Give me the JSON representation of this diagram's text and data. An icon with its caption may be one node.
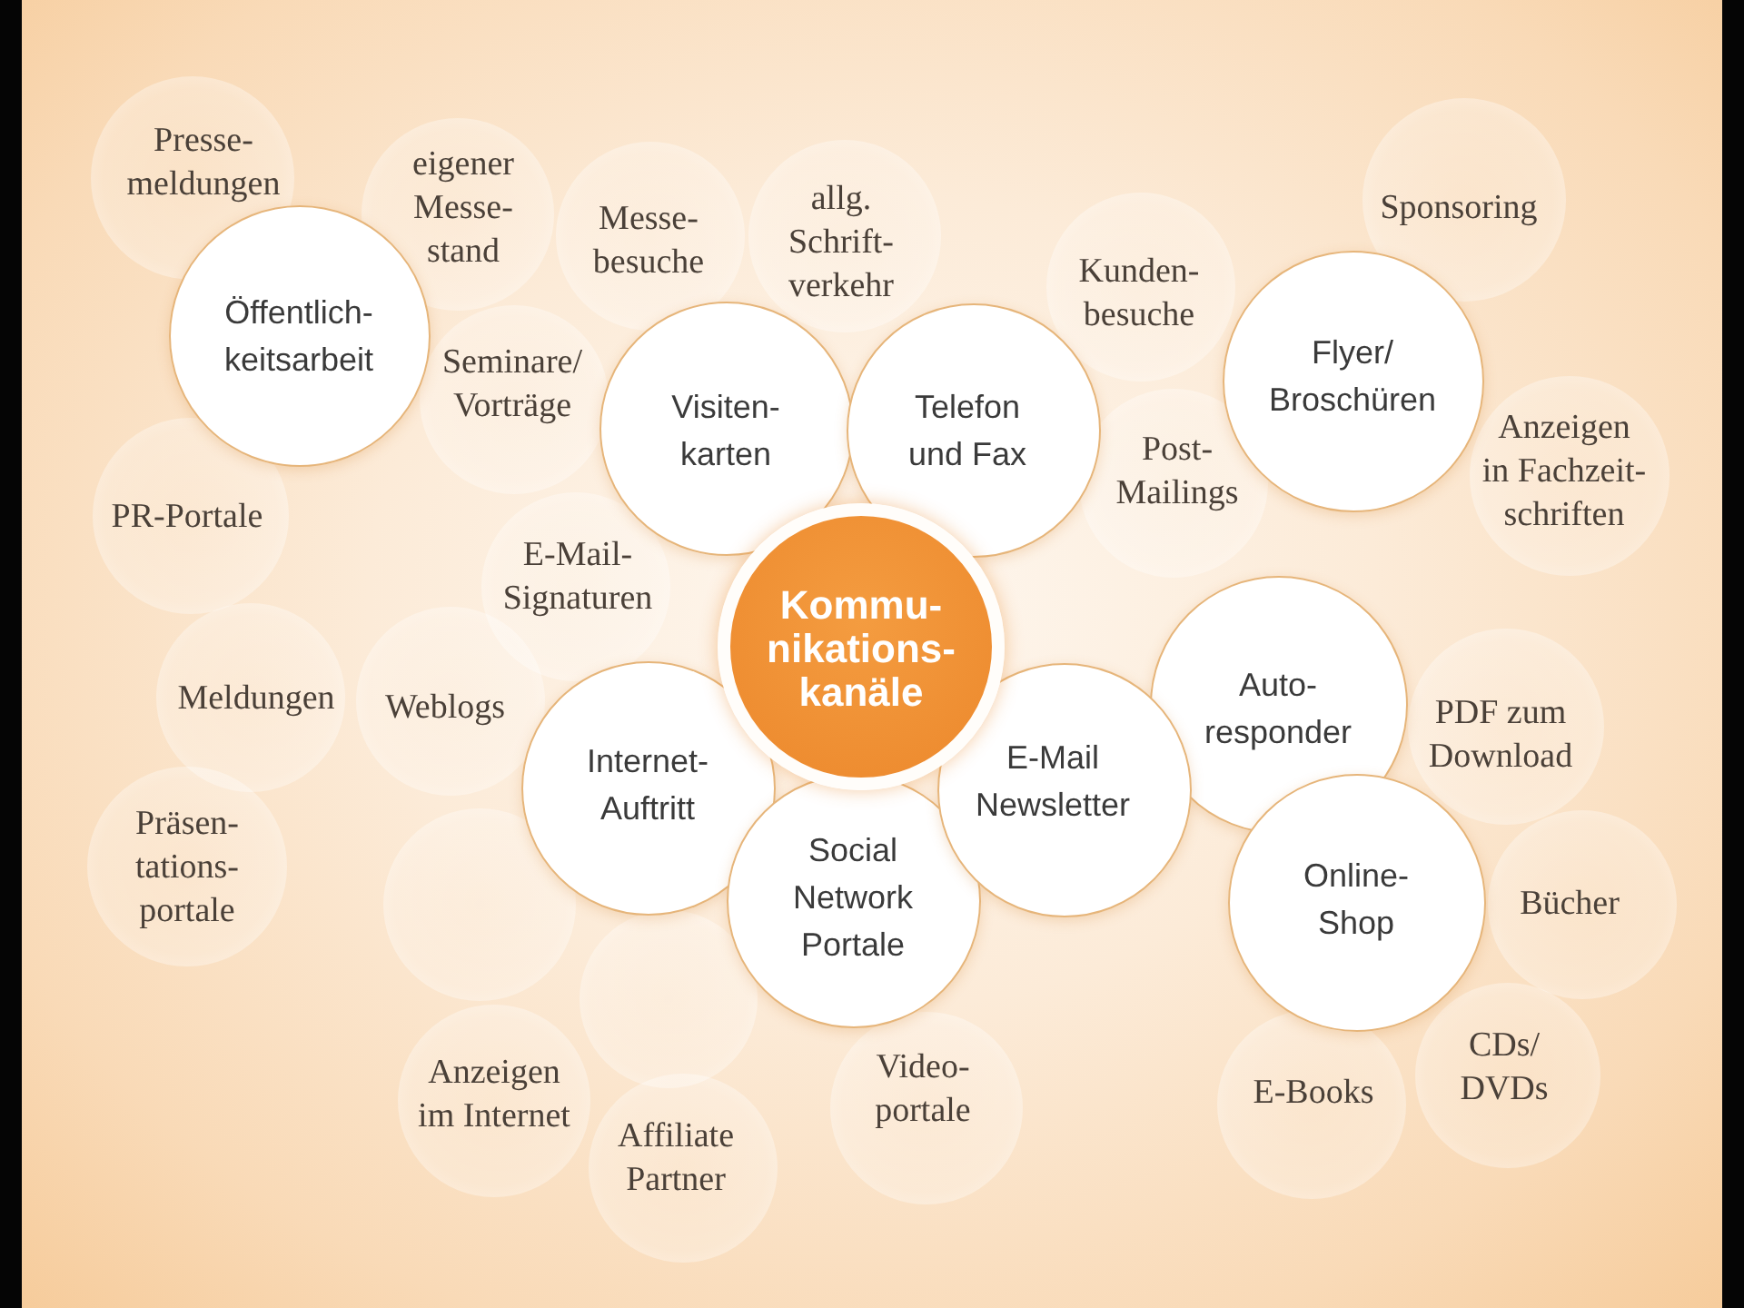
{
  "diagram": {
    "nodes": [
      {
        "text": [
          "Presse-meldungen"
        ]
      },
      {
        "text": [
          "eigener Messe-stand"
        ]
      },
      {
        "text": [
          "Messe-besuche"
        ]
      },
      {
        "text": [
          "allg. Schrift-verkehr"
        ]
      },
      {
        "text": [
          "Sponsoring"
        ]
      },
      {
        "text": [
          "Öffentlich-keitsarbeit"
        ]
      },
      {
        "text": [
          "Seminare/ Vorträge"
        ]
      },
      {
        "text": [
          "Visiten-karten"
        ]
      },
      {
        "text": [
          "Telefon und Fax"
        ]
      },
      {
        "text": [
          "Kunden-besuche"
        ]
      },
      {
        "text": [
          "Flyer/ Broschüren"
        ]
      },
      {
        "text": [
          "PR-Portale"
        ]
      },
      {
        "text": [
          "E-Mail-Signaturen"
        ]
      },
      {
        "text": [
          "Post-Mailings"
        ]
      },
      {
        "text": [
          "Anzeigen in Fachzeit-schriften"
        ]
      },
      {
        "text": [
          "Meldungen"
        ]
      },
      {
        "text": [
          "Weblogs"
        ]
      },
      {
        "text": [
          "Internet-Auftritt"
        ]
      },
      {
        "text": [
          "Kommu-nikations-kanäle"
        ]
      },
      {
        "text": [
          "E-Mail Newsletter"
        ]
      },
      {
        "text": [
          "Auto-responder"
        ]
      },
      {
        "text": [
          "PDF zum Download"
        ]
      },
      {
        "text": [
          "Präsen-tations-portale"
        ]
      },
      {
        "text": [],
        "shape": "circle"
      },
      {
        "text": [],
        "shape": "circle"
      },
      {
        "text": [
          "Social Network Portale"
        ]
      },
      {
        "text": [
          "Online-Shop"
        ]
      },
      {
        "text": [
          "Bücher"
        ]
      },
      {
        "text": [
          "Anzeigen im Internet"
        ]
      },
      {
        "text": [
          "Affiliate Partner"
        ]
      },
      {
        "text": [
          "Video-portale"
        ]
      },
      {
        "text": [
          "E-Books"
        ]
      },
      {
        "text": [
          "CDs/ DVDs"
        ]
      }
    ]
  }
}
